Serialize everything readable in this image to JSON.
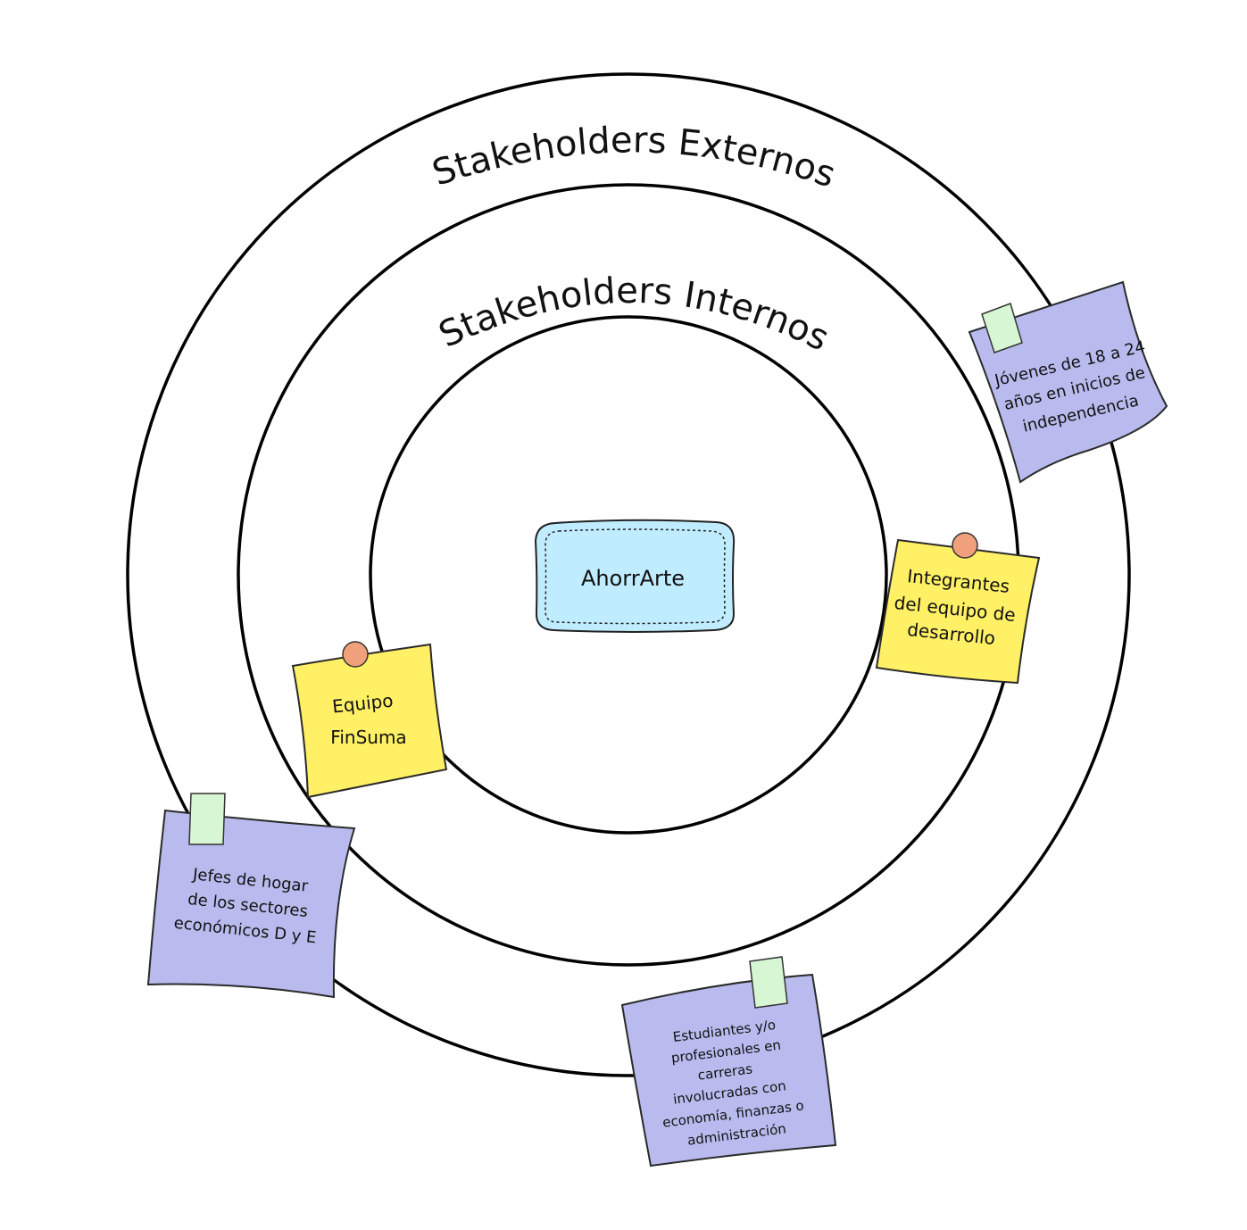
{
  "diagram": {
    "rings": {
      "outer_label": "Stakeholders Externos",
      "inner_label": "Stakeholders Internos"
    },
    "core": {
      "label": "AhorrArte",
      "color": "#c0ecff"
    },
    "notes": {
      "equipo_finsuma": {
        "lines": [
          "Equipo",
          "FinSuma"
        ],
        "color": "#fff066"
      },
      "integrantes": {
        "lines": [
          "Integrantes",
          "del equipo de",
          "desarrollo"
        ],
        "color": "#fff066"
      },
      "jovenes": {
        "lines": [
          "Jóvenes de 18 a 24",
          "años en inicios de",
          "independencia"
        ],
        "color": "#b9bbee"
      },
      "jefes": {
        "lines": [
          "Jefes de hogar",
          "de los sectores",
          "económicos D y E"
        ],
        "color": "#b9bbee"
      },
      "estudiantes": {
        "lines": [
          "Estudiantes y/o",
          "profesionales en",
          "carreras",
          "involucradas con",
          "economía, finanzas o",
          "administración"
        ],
        "color": "#b9bbee"
      }
    },
    "colors": {
      "pin": "#f0a17c",
      "tape": "#d7f7d4",
      "stroke": "#000000"
    }
  }
}
